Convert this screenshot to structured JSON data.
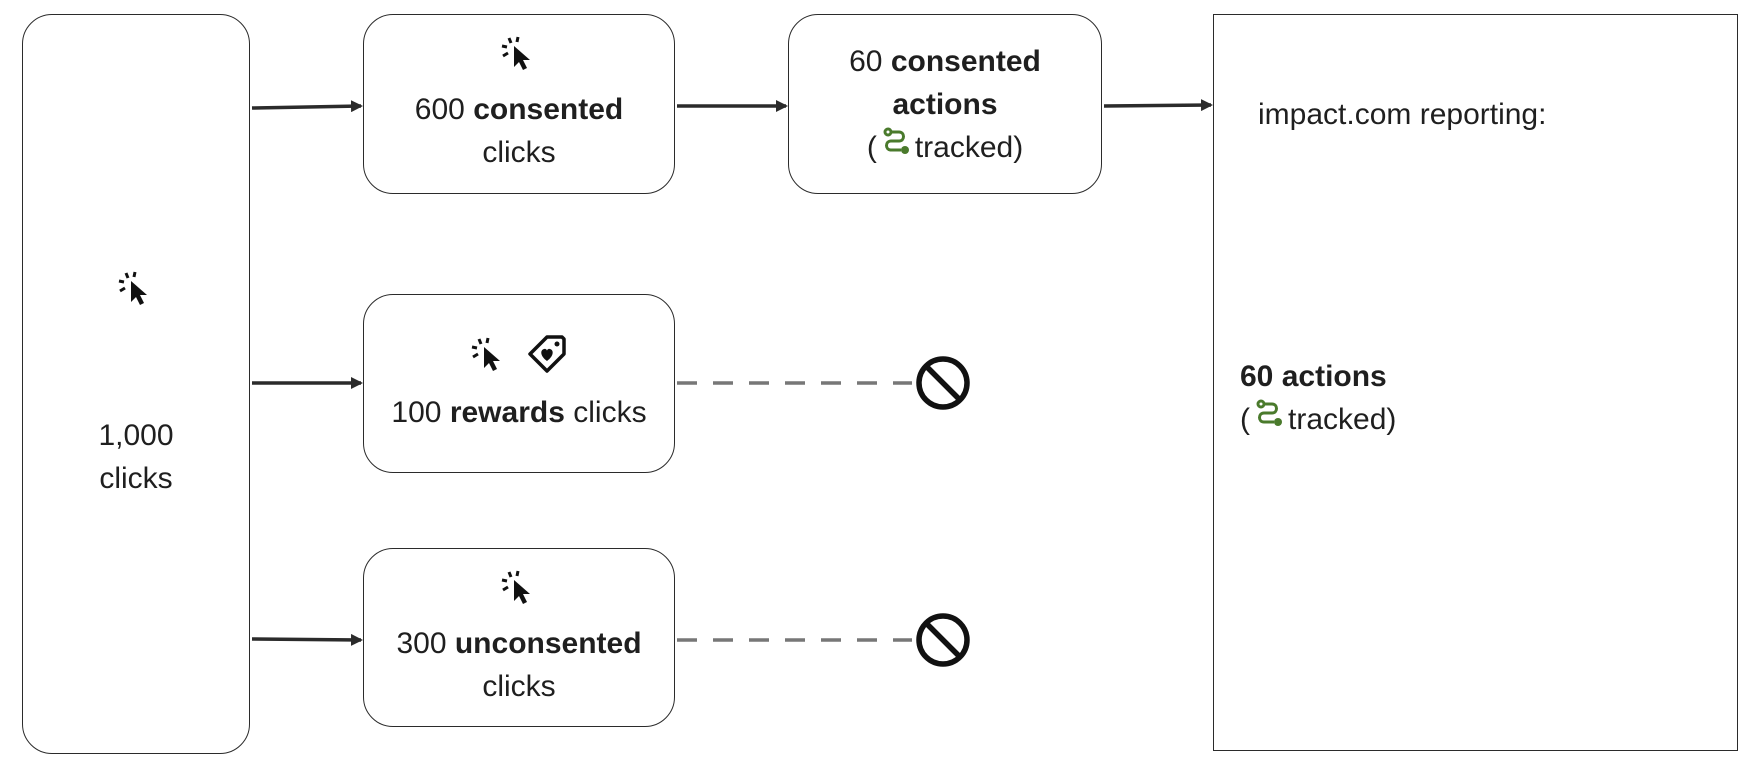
{
  "source": {
    "count": "1,000",
    "unit": "clicks"
  },
  "consented": {
    "count": "600",
    "bold": "consented",
    "unit": "clicks"
  },
  "rewards": {
    "count": "100",
    "bold": "rewards",
    "unit": "clicks"
  },
  "unconsented": {
    "count": "300",
    "bold": "unconsented",
    "unit": "clicks"
  },
  "consented_actions": {
    "count": "60",
    "bold_line1": "consented",
    "bold_line2": "actions",
    "open_paren": "(",
    "tracked": "tracked)"
  },
  "report": {
    "title": "impact.com reporting:",
    "total": "60 actions",
    "open_paren": "(",
    "tracked": "tracked)"
  },
  "icons": {
    "click": "click-cursor-icon",
    "tag": "heart-tag-icon",
    "blocked": "blocked-icon",
    "tracked": "tracked-path-icon"
  },
  "colors": {
    "tracked": "#4a7a2c",
    "line": "#2b2b2b",
    "dashed": "#777777"
  }
}
